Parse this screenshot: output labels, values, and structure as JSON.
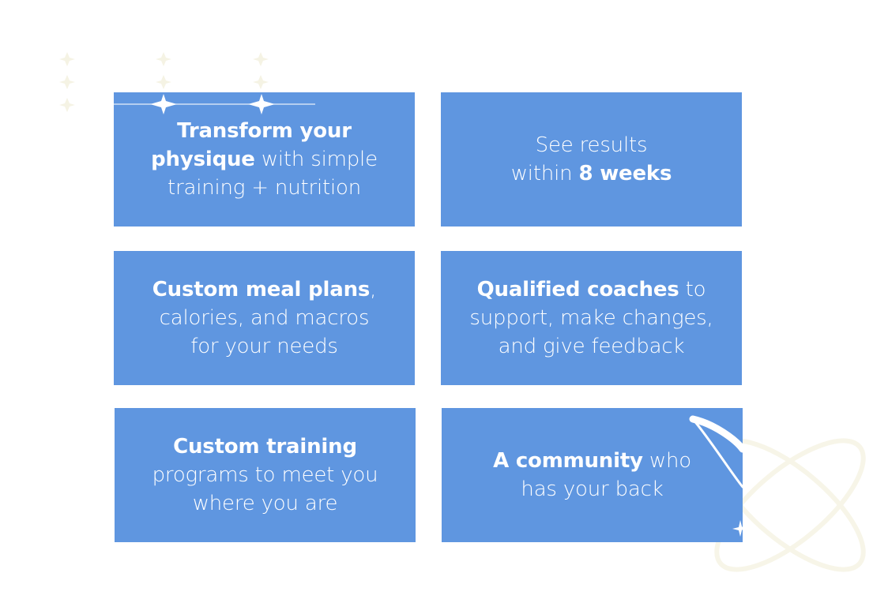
{
  "cards": [
    {
      "lines": [
        {
          "bold": "Transform your",
          "normal": ""
        },
        {
          "bold": "physique",
          "normal": " with simple"
        },
        {
          "bold": "",
          "normal": "training + nutrition"
        }
      ]
    },
    {
      "lines": [
        {
          "bold": "",
          "normal": "See results"
        },
        {
          "normal": "within ",
          "bold": "8 weeks",
          "boldLast": true
        }
      ]
    },
    {
      "lines": [
        {
          "bold": "Custom meal plans",
          "normal": ","
        },
        {
          "bold": "",
          "normal": "calories, and macros"
        },
        {
          "bold": "",
          "normal": "for your needs"
        }
      ]
    },
    {
      "lines": [
        {
          "bold": "Qualified coaches",
          "normal": " to"
        },
        {
          "bold": "",
          "normal": "support, make changes,"
        },
        {
          "bold": "",
          "normal": "and give feedback"
        }
      ]
    },
    {
      "lines": [
        {
          "bold": "Custom training",
          "normal": ""
        },
        {
          "bold": "",
          "normal": "programs to meet you"
        },
        {
          "bold": "",
          "normal": "where you are"
        }
      ]
    },
    {
      "lines": [
        {
          "bold": "A community",
          "normal": " who"
        },
        {
          "bold": "",
          "normal": "has your back"
        }
      ]
    }
  ],
  "colors": {
    "card_background": "#5f96e0",
    "text": "#ffffff",
    "page_background": "#ffffff",
    "sparkle_faint": "#f6f4e6"
  },
  "decorations": [
    "sparkle-icon",
    "orbit-ring-icon"
  ]
}
